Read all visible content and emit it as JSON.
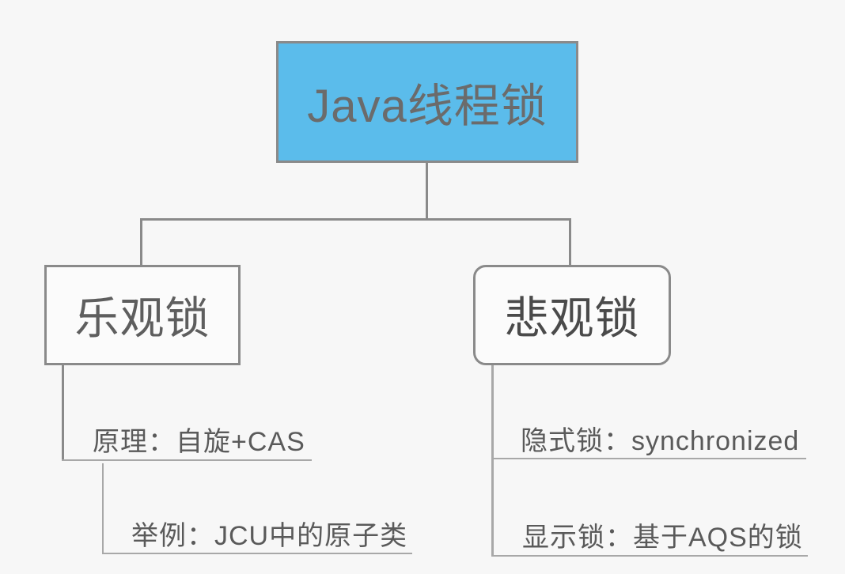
{
  "diagram": {
    "type": "tree-mindmap",
    "background_color": "#f7f7f7",
    "line_color": "#8a8a8a",
    "root": {
      "label": "Java线程锁",
      "fill_color": "#5bbceb",
      "border_color": "#8a8a8a",
      "text_color": "#6b6b6b",
      "shape": "rectangle"
    },
    "branches": [
      {
        "label": "乐观锁",
        "shape": "rectangle",
        "fill_color": "#fbfbfb",
        "border_color": "#8a8a8a",
        "side": "left",
        "children": [
          {
            "label": "原理：自旋+CAS"
          },
          {
            "label": "举例：JCU中的原子类"
          }
        ]
      },
      {
        "label": "悲观锁",
        "shape": "rounded-rectangle",
        "fill_color": "#fbfbfb",
        "border_color": "#8a8a8a",
        "side": "right",
        "children": [
          {
            "label": "隐式锁：synchronized"
          },
          {
            "label": "显示锁：基于AQS的锁"
          }
        ]
      }
    ]
  }
}
